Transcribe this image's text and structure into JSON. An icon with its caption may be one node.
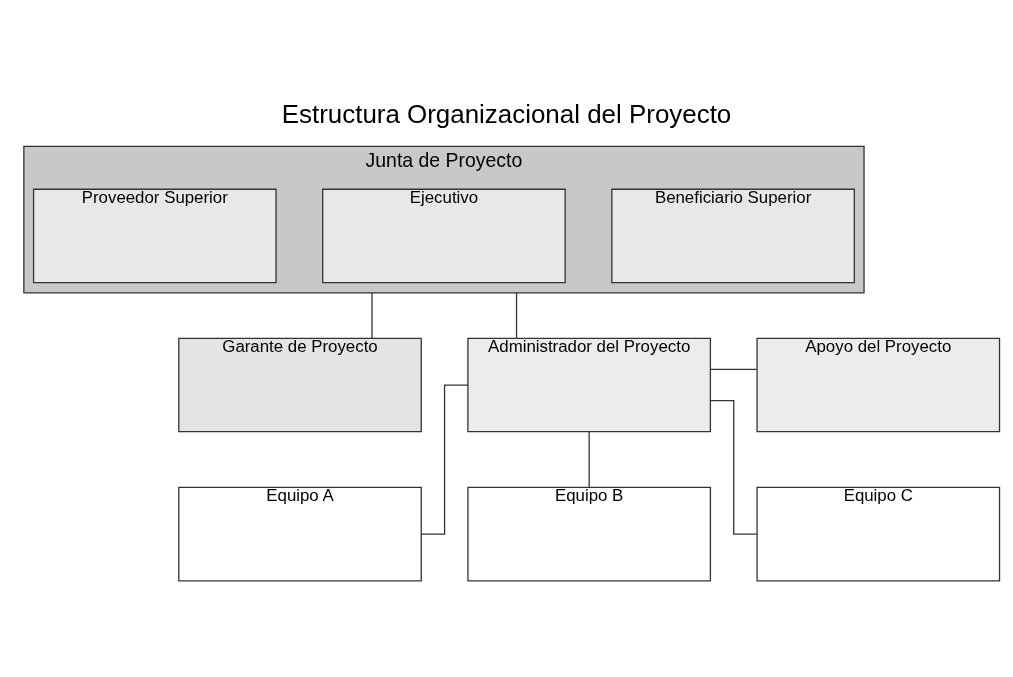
{
  "diagram": {
    "title": "Estructura Organizacional del Proyecto",
    "nodes": [
      {
        "text": [
          "Junta de Proyecto"
        ]
      },
      {
        "text": [
          "Beneficiario Superior"
        ],
        "in": 0
      },
      {
        "text": [
          "Ejecutivo"
        ],
        "in": 0
      },
      {
        "text": [
          "Proveedor Superior"
        ],
        "in": 0
      },
      {
        "text": [
          "Garante de Proyecto"
        ]
      },
      {
        "text": [
          "Administrador del Proyecto"
        ]
      },
      {
        "text": [
          "Apoyo del Proyecto"
        ]
      },
      {
        "text": [
          "Equipo A"
        ]
      },
      {
        "text": [
          "Equipo B"
        ]
      },
      {
        "text": [
          "Equipo C"
        ]
      }
    ],
    "edges": [
      {
        "from": 0,
        "to": 4,
        "arrow": "none"
      },
      {
        "from": 0,
        "to": 5,
        "arrow": "none"
      },
      {
        "from": 5,
        "to": 6,
        "arrow": "none"
      },
      {
        "from": 5,
        "to": 7,
        "arrow": "none"
      },
      {
        "from": 5,
        "to": 8,
        "arrow": "none"
      },
      {
        "from": 5,
        "to": 9,
        "arrow": "none"
      }
    ]
  }
}
